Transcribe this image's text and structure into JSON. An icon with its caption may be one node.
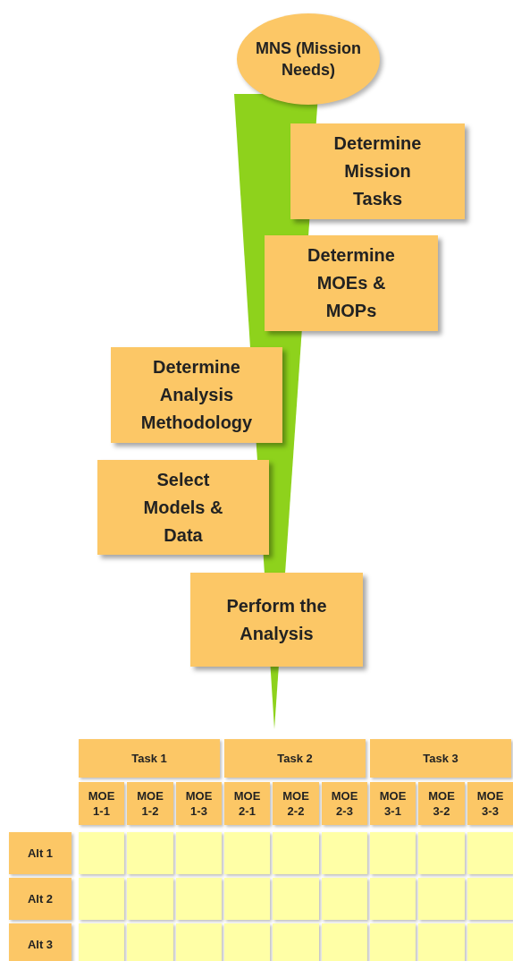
{
  "diagram": {
    "nodes": [
      {
        "text": [
          "MNS (Mission Needs)"
        ]
      },
      {
        "text": [
          "Determine Mission Tasks"
        ]
      },
      {
        "text": [
          "Determine MOEs & MOPs"
        ]
      },
      {
        "text": [
          "Determine Analysis Methodology"
        ]
      },
      {
        "text": [
          "Select Models & Data"
        ]
      },
      {
        "text": [
          "Perform the Analysis"
        ]
      },
      {
        "text": [],
        "shape": "wedge"
      }
    ],
    "labels": [
      "Task 1",
      "Task 2",
      "Task 3",
      "MOE 1-1",
      "MOE 1-2",
      "MOE 1-3",
      "MOE 2-1",
      "MOE 2-2",
      "MOE 2-3",
      "MOE 3-1",
      "MOE 3-2",
      "MOE 3-3",
      "Alt 1",
      "Alt 2",
      "Alt 3"
    ]
  }
}
